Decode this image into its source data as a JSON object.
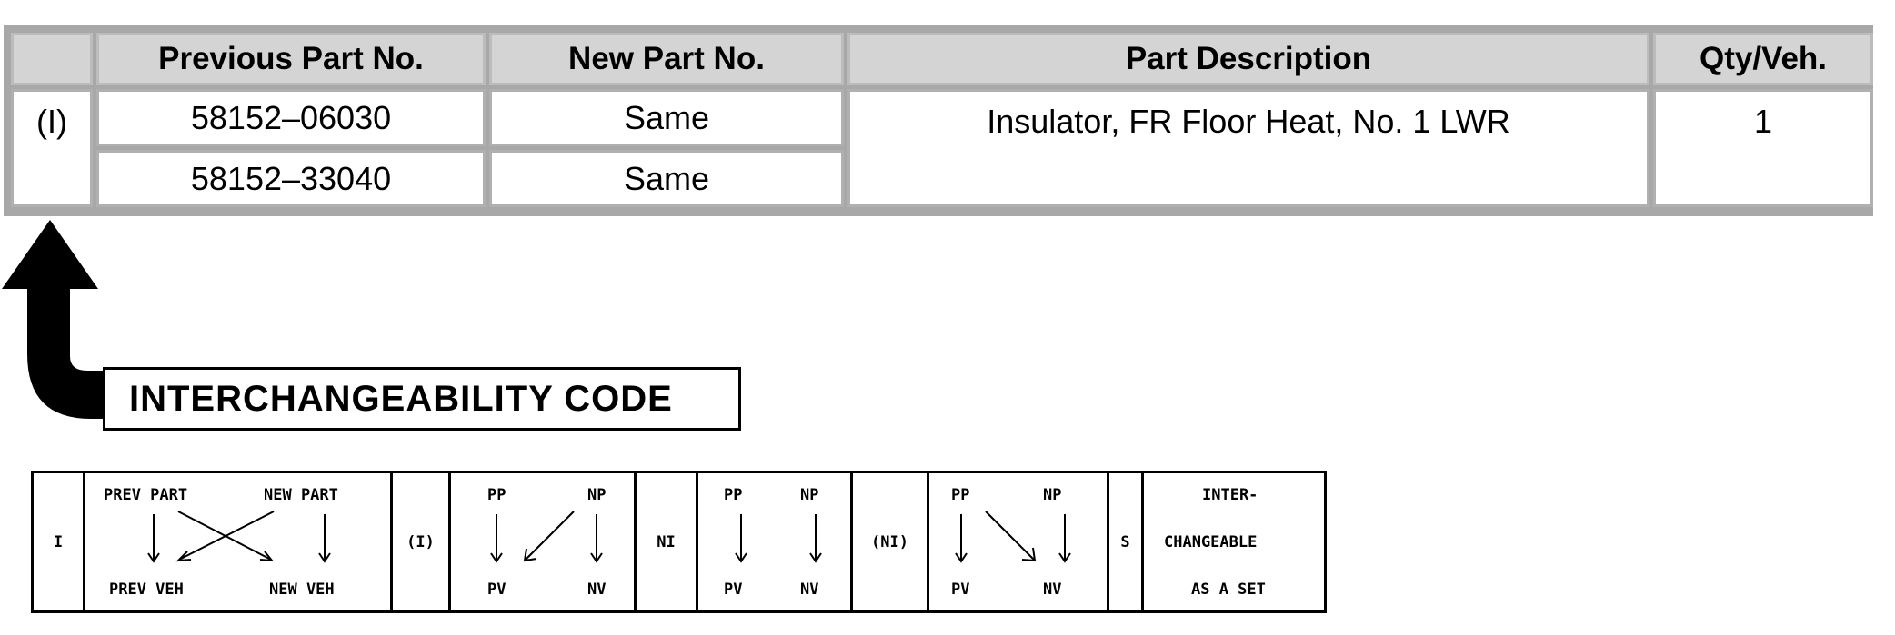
{
  "table": {
    "headers": [
      "",
      "Previous Part No.",
      "New Part No.",
      "Part Description",
      "Qty/Veh."
    ],
    "code": "(I)",
    "rows": [
      {
        "previous_part": "58152–06030",
        "new_part": "Same"
      },
      {
        "previous_part": "58152–33040",
        "new_part": "Same"
      }
    ],
    "description": "Insulator, FR Floor Heat, No. 1 LWR",
    "qty": "1"
  },
  "code_label": "INTERCHANGEABILITY CODE",
  "legend": {
    "i": {
      "code": "I",
      "prev_part": "PREV PART",
      "new_part": "NEW PART",
      "prev_veh": "PREV VEH",
      "new_veh": "NEW VEH"
    },
    "pi": {
      "code": "(I)",
      "pp": "PP",
      "np": "NP",
      "pv": "PV",
      "nv": "NV"
    },
    "ni": {
      "code": "NI",
      "pp": "PP",
      "np": "NP",
      "pv": "PV",
      "nv": "NV"
    },
    "pni": {
      "code": "(NI)",
      "pp": "PP",
      "np": "NP",
      "pv": "PV",
      "nv": "NV"
    },
    "s": {
      "code": "S",
      "line1": "INTER-",
      "line2": "CHANGEABLE",
      "line3": "AS A SET"
    }
  }
}
